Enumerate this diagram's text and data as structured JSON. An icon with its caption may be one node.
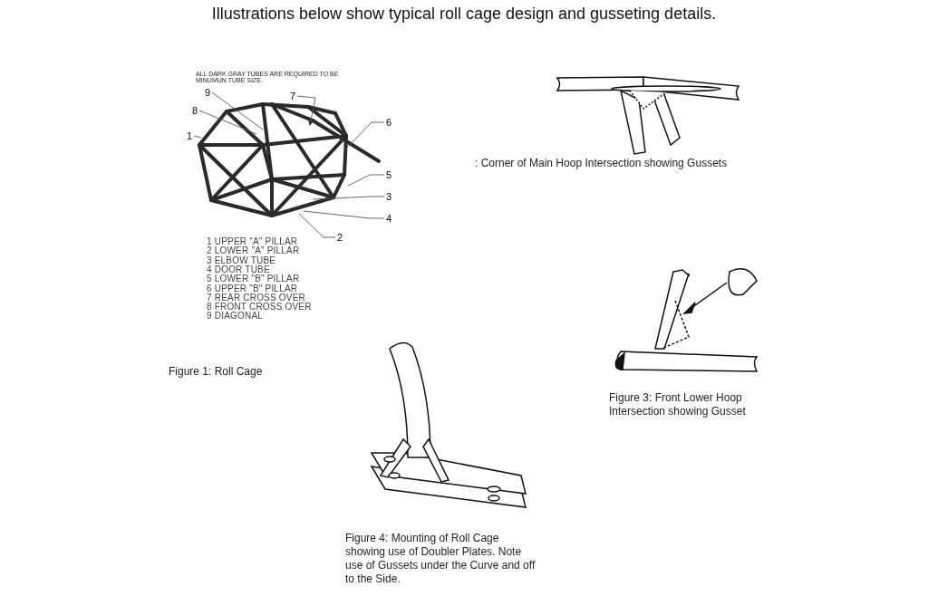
{
  "diagram": {
    "title": "Illustrations below show typical roll cage design and gusseting details.",
    "nodes": [
      {
        "text": [
          "9"
        ]
      },
      {
        "text": [
          "7"
        ]
      },
      {
        "text": [
          "8"
        ]
      },
      {
        "text": [
          "6"
        ]
      },
      {
        "text": [
          "1"
        ]
      },
      {
        "text": [
          "5"
        ]
      },
      {
        "text": [
          "3"
        ]
      },
      {
        "text": [
          "4"
        ]
      },
      {
        "text": [
          "2"
        ]
      },
      {
        "text": [],
        "shape": "picture"
      }
    ],
    "edges": [
      {
        "from": 0,
        "to": 9,
        "arrow": "none"
      },
      {
        "from": 1,
        "to": 9,
        "arrow": "to"
      },
      {
        "from": 2,
        "to": 9,
        "arrow": "none"
      },
      {
        "from": 3,
        "to": 9,
        "arrow": "none"
      },
      {
        "from": 4,
        "to": 9,
        "arrow": "none"
      },
      {
        "from": 5,
        "to": 9,
        "arrow": "none"
      },
      {
        "from": 6,
        "to": 9,
        "arrow": "none"
      },
      {
        "from": 7,
        "to": 9,
        "arrow": "none"
      },
      {
        "from": 8,
        "to": 9,
        "arrow": "none"
      }
    ],
    "labels": [
      "ALL DARK GRAY TUBES ARE REQUIRED TO BE MINUMUN TUBE SIZE.",
      "1 UPPER \"A\" PILLAR",
      "2 LOWER \"A\" PILLAR",
      "3 ELBOW TUBE",
      "4 DOOR TUBE",
      "5 LOWER \"B\" PILLAR",
      "6 UPPER \"B\" PILLAR",
      "7 REAR CROSS OVER",
      "8 FRONT CROSS OVER",
      "9 DIAGONAL",
      ": Corner of Main Hoop Intersection showing Gussets",
      "Figure 1:  Roll Cage",
      "Figure 3:  Front Lower Hoop Intersection showing Gusset",
      "Figure 4:  Mounting of Roll Cage showing use of Doubler Plates. Note use of Gussets under the Curve and off to the Side."
    ]
  }
}
